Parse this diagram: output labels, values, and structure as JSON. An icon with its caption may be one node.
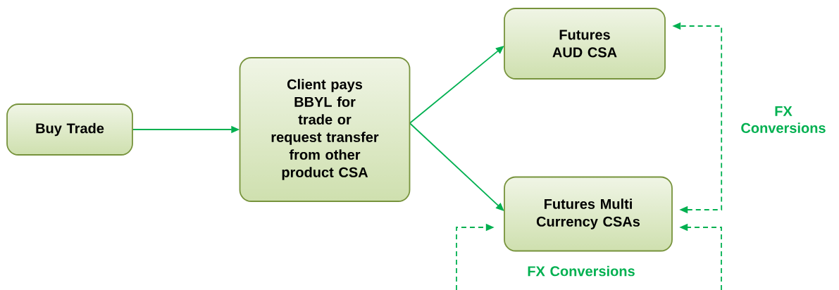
{
  "diagram": {
    "nodes": [
      {
        "text": [
          "Buy Trade"
        ]
      },
      {
        "text": [
          "Client pays BBYL for trade or request transfer from other product CSA"
        ]
      },
      {
        "text": [
          "Futures AUD CSA"
        ]
      },
      {
        "text": [
          "Futures Multi Currency CSAs"
        ]
      }
    ],
    "edges": [
      {
        "from": 0,
        "to": 1,
        "arrow": "to"
      },
      {
        "from": 1,
        "to": 2,
        "arrow": "to"
      },
      {
        "from": 1,
        "to": 3,
        "arrow": "to"
      },
      {
        "from": 3,
        "to": 2,
        "arrow": "both",
        "style": "dashed",
        "label": "FX Conversions"
      },
      {
        "from": null,
        "to": 3,
        "arrow": "to",
        "style": "dashed"
      },
      {
        "from": null,
        "to": 3,
        "arrow": "to",
        "style": "dashed"
      }
    ],
    "labels": [
      "FX Conversions"
    ]
  }
}
